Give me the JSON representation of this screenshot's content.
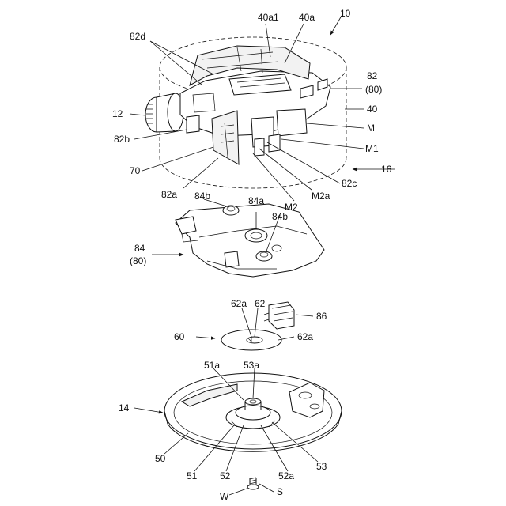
{
  "labels": {
    "l10": "10",
    "l40a1": "40a1",
    "l40a": "40a",
    "l82d": "82d",
    "l82": "82",
    "l82_80": "(80)",
    "l40": "40",
    "l12": "12",
    "lM": "M",
    "lM1": "M1",
    "l82b": "82b",
    "l16": "16",
    "l70": "70",
    "l82c": "82c",
    "l82a": "82a",
    "lM2a": "M2a",
    "l84b_left": "84b",
    "l84a": "84a",
    "lM2": "M2",
    "l84b_right": "84b",
    "l84": "84",
    "l84_80": "(80)",
    "l62a_top": "62a",
    "l62": "62",
    "l86": "86",
    "l60": "60",
    "l62a_right": "62a",
    "l51a": "51a",
    "l53a": "53a",
    "l14": "14",
    "l50": "50",
    "l51": "51",
    "l52": "52",
    "l52a": "52a",
    "l53": "53",
    "lS": "S",
    "lW": "W"
  }
}
